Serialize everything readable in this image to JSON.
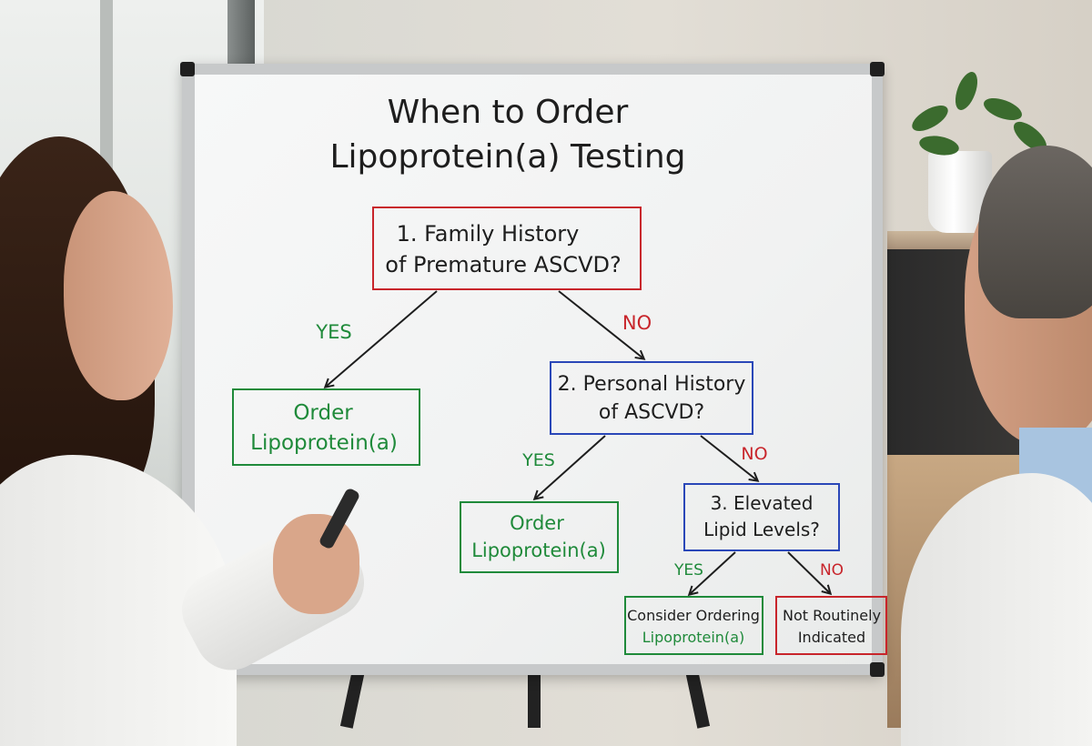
{
  "title_line1": "When to Order",
  "title_line2": "Lipoprotein(a) Testing",
  "nodes": {
    "q1": {
      "line1": "1. Family History",
      "line2": "of Premature ASCVD?"
    },
    "order1": {
      "line1": "Order",
      "line2": "Lipoprotein(a)"
    },
    "q2": {
      "line1": "2. Personal History",
      "line2": "of ASCVD?"
    },
    "order2": {
      "line1": "Order",
      "line2": "Lipoprotein(a)"
    },
    "q3": {
      "line1": "3. Elevated",
      "line2": "Lipid Levels?"
    },
    "consider": {
      "line1": "Consider Ordering",
      "line2": "Lipoprotein(a)"
    },
    "not_indicated": {
      "line1": "Not Routinely",
      "line2": "Indicated"
    }
  },
  "edges": {
    "q1_yes": "YES",
    "q1_no": "NO",
    "q2_yes": "YES",
    "q2_no": "NO",
    "q3_yes": "YES",
    "q3_no": "NO"
  },
  "colors": {
    "ink": "#1e1e1e",
    "red": "#c8252b",
    "green": "#1f8a3a",
    "blue": "#2a47b8"
  }
}
